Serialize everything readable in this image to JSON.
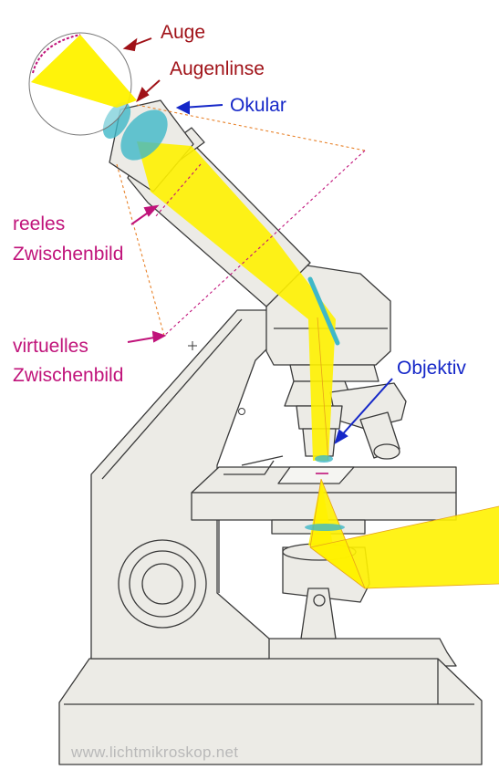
{
  "diagram": {
    "labels": {
      "auge": "Auge",
      "augenlinse": "Augenlinse",
      "okular": "Okular",
      "reeles_line1": "reeles",
      "reeles_line2": "Zwischenbild",
      "virtuelles_line1": "virtuelles",
      "virtuelles_line2": "Zwischenbild",
      "objektiv": "Objektiv"
    },
    "watermark": "www.lichtmikroskop.net"
  },
  "colors": {
    "body": "#ecebe6",
    "outline": "#3a3a3a",
    "light_beam": "#fff200",
    "lens": "#3fb8c8",
    "label_red": "#a01218",
    "label_blue": "#1527c8",
    "label_magenta": "#c0137a",
    "construction_orange": "#e8822a",
    "watermark": "#b9b9b9"
  }
}
